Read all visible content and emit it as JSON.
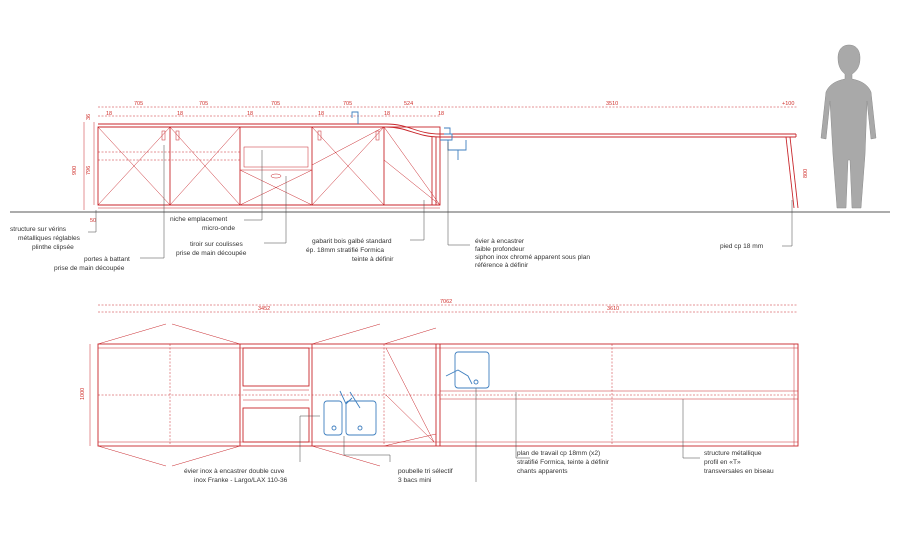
{
  "colors": {
    "line": "#c8262b",
    "dimension": "#d0312d",
    "fixture": "#3f7fbf",
    "silhouette": "#a9a9a9",
    "annotation": "#333333"
  },
  "elevation": {
    "dimensions": {
      "widths": [
        "705",
        "705",
        "705",
        "705",
        "524",
        "3510"
      ],
      "joints": [
        "18",
        "18",
        "18",
        "18",
        "18",
        "18"
      ],
      "overhang": "+100",
      "heights": [
        "36",
        "900",
        "796",
        "800"
      ],
      "plinth": "50"
    },
    "notes": {
      "structure": [
        "structure sur vérins",
        "métalliques réglables",
        "plinthe clipsée"
      ],
      "doors": [
        "portes à battant",
        "prise de main découpée"
      ],
      "niche": [
        "niche emplacement",
        "micro-onde"
      ],
      "drawer": [
        "tiroir sur coulisses",
        "prise de main découpée"
      ],
      "template": [
        "gabarit bois galbé standard",
        "ép. 18mm stratifié Formica",
        "teinte à définir"
      ],
      "sink": [
        "évier à encastrer",
        "faible profondeur",
        "siphon inox chromé apparent sous plan",
        "référence à définir"
      ],
      "leg": [
        "pied cp 18 mm"
      ]
    }
  },
  "plan": {
    "dimensions": {
      "left": "3452",
      "total": "7062",
      "right": "3610",
      "depth": "1000"
    },
    "notes": {
      "double_sink": [
        "évier inox à encastrer double cuve",
        "inox Franke - Largo/LAX 110-36"
      ],
      "bin": [
        "poubelle tri sélectif",
        "3 bacs mini"
      ],
      "worktop": [
        "plan de travail cp 18mm (x2)",
        "stratifié Formica, teinte à définir",
        "chants apparents"
      ],
      "metal": [
        "structure métallique",
        "profil en «T»",
        "transversales en biseau"
      ]
    }
  }
}
